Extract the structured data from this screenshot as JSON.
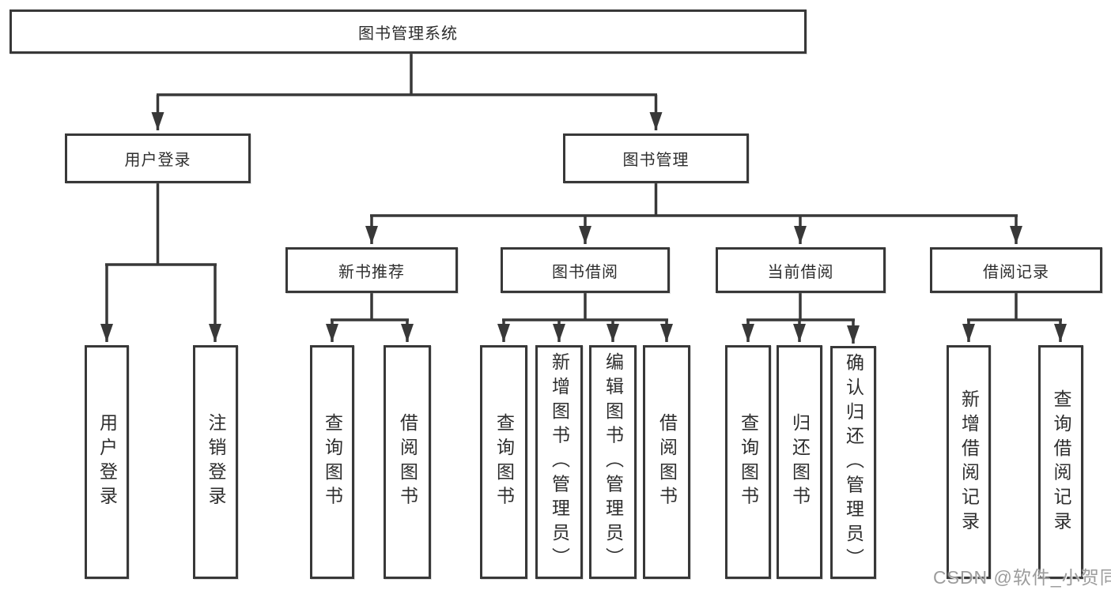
{
  "tree": {
    "root": {
      "label": "图书管理系统",
      "children": [
        {
          "label": "用户登录",
          "children": [
            {
              "label": "用户登录"
            },
            {
              "label": "注销登录"
            }
          ]
        },
        {
          "label": "图书管理",
          "children": [
            {
              "label": "新书推荐",
              "children": [
                {
                  "label": "查询图书"
                },
                {
                  "label": "借阅图书"
                }
              ]
            },
            {
              "label": "图书借阅",
              "children": [
                {
                  "label": "查询图书"
                },
                {
                  "label": "新增图书（管理员）"
                },
                {
                  "label": "编辑图书（管理员）"
                },
                {
                  "label": "借阅图书"
                }
              ]
            },
            {
              "label": "当前借阅",
              "children": [
                {
                  "label": "查询图书"
                },
                {
                  "label": "归还图书"
                },
                {
                  "label": "确认归还（管理员）"
                }
              ]
            },
            {
              "label": "借阅记录",
              "children": [
                {
                  "label": "新增借阅记录"
                },
                {
                  "label": "查询借阅记录"
                }
              ]
            }
          ]
        }
      ]
    }
  },
  "watermark": "CSDN @软件_小贺同学",
  "colors": {
    "line": "#383838",
    "box_border": "#383838",
    "text": "#2e2e2e",
    "background": "#ffffff",
    "watermark": "#949494"
  }
}
